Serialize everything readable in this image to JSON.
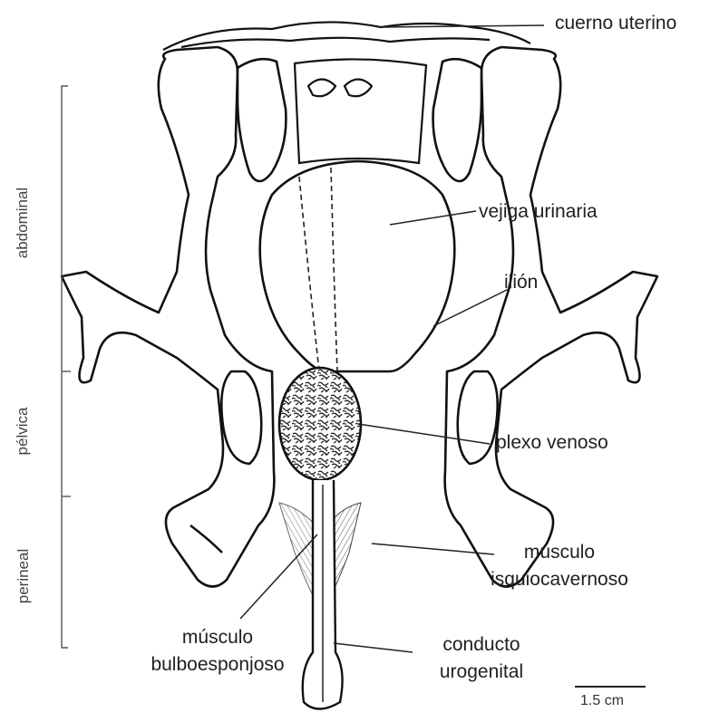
{
  "labels": {
    "cuerno_uterino": "cuerno uterino",
    "vejiga_urinaria": "vejiga urinaria",
    "ilion": "ilión",
    "plexo_venoso": "plexo venoso",
    "musculo_isquiocavernoso": [
      "músculo",
      "isquiocavernoso"
    ],
    "musculo_bulboesponjoso": [
      "músculo",
      "bulboesponjoso"
    ],
    "conducto_urogenital": [
      "conducto",
      "urogenital"
    ]
  },
  "regions": {
    "abdominal": "abdominal",
    "pelvica": "pélvica",
    "perineal": "perineal"
  },
  "scale": "1.5 cm"
}
